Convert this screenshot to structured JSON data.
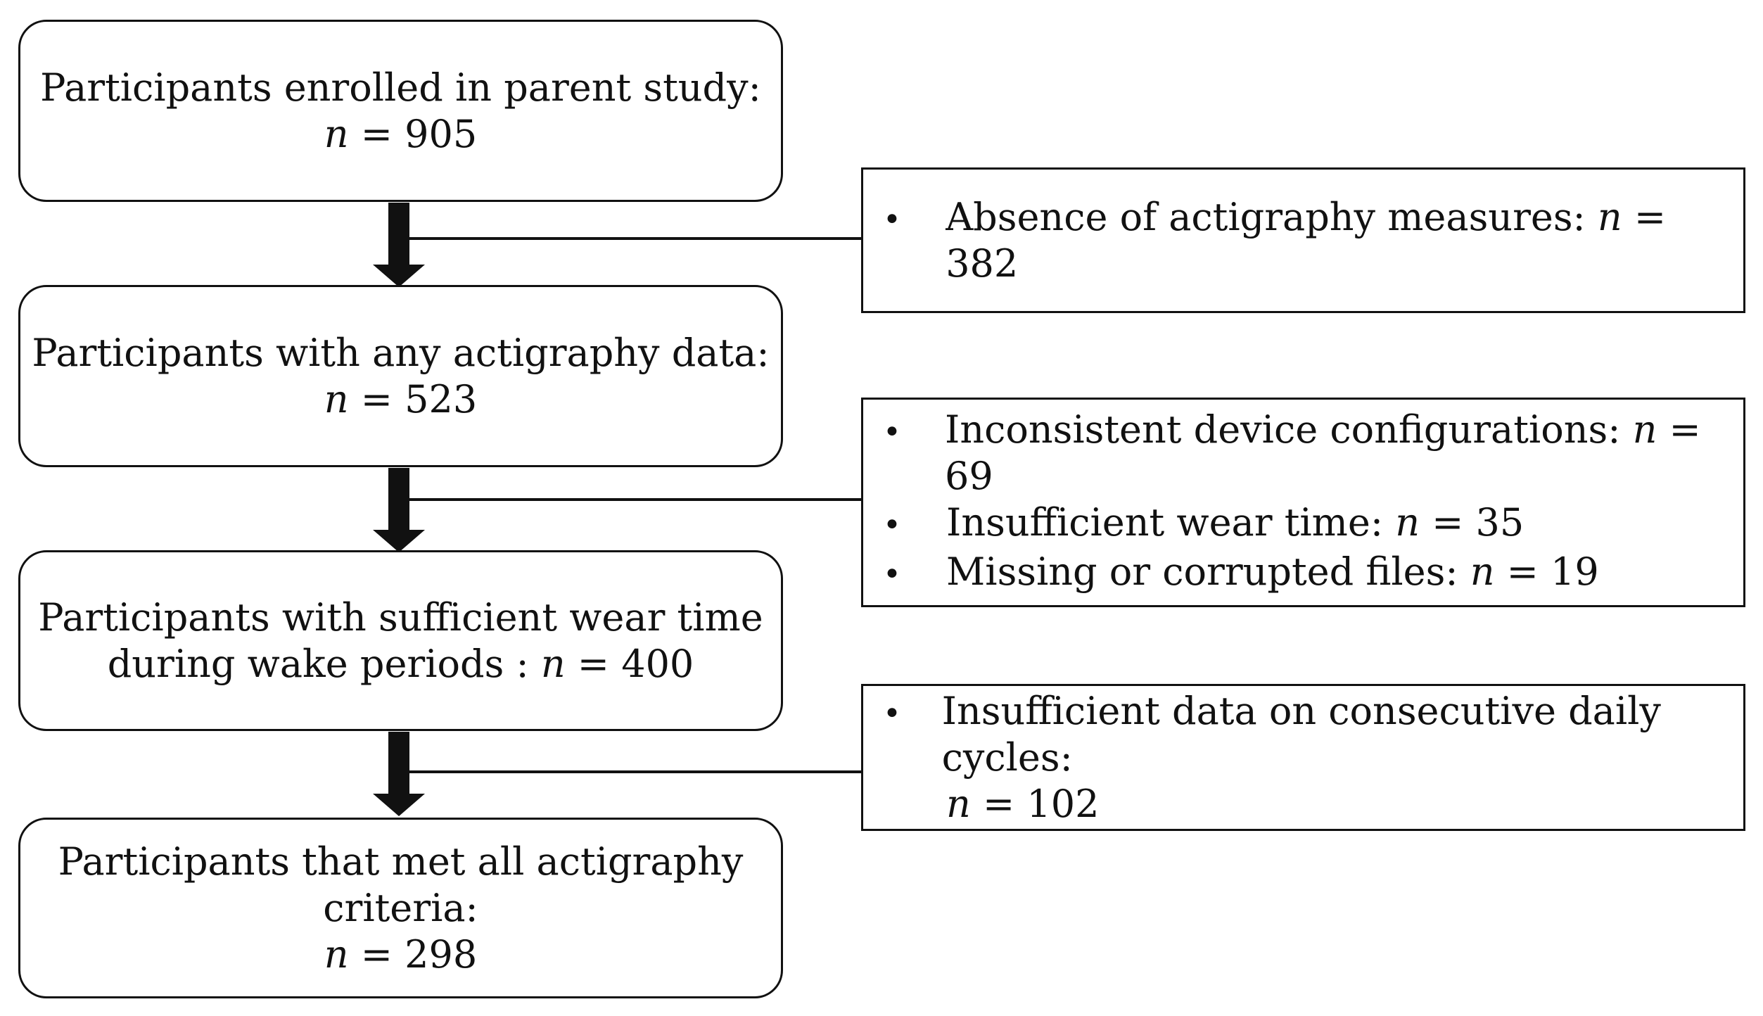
{
  "main_flow": [
    {
      "lines": [
        "Participants enrolled in parent study:"
      ],
      "n_label": "n",
      "n_value": "= 905"
    },
    {
      "lines": [
        "Participants with any actigraphy data:"
      ],
      "n_label": "n",
      "n_value": "= 523"
    },
    {
      "lines": [
        "Participants with sufficient wear time",
        "during wake periods :"
      ],
      "n_label": "n",
      "n_value": "= 400"
    },
    {
      "lines": [
        "Participants that met all actigraphy",
        "criteria:"
      ],
      "n_label": "n",
      "n_value": "= 298"
    }
  ],
  "exclusions": [
    {
      "items": [
        {
          "bullet": "•",
          "text": "Absence of actigraphy measures: ",
          "n_label": "n",
          "n_value": " = 382"
        }
      ]
    },
    {
      "items": [
        {
          "bullet": "•",
          "text": "Inconsistent device configurations: ",
          "n_label": "n",
          "n_value": " = 69"
        },
        {
          "bullet": "•",
          "text": "Insufficient wear time: ",
          "n_label": "n",
          "n_value": " = 35"
        },
        {
          "bullet": "•",
          "text": "Missing or corrupted files: ",
          "n_label": "n",
          "n_value": " = 19"
        }
      ]
    },
    {
      "items": [
        {
          "bullet": "•",
          "text": "Insufficient data on consecutive daily cycles:",
          "n_label": "n",
          "n_value": " = 102"
        }
      ]
    }
  ]
}
